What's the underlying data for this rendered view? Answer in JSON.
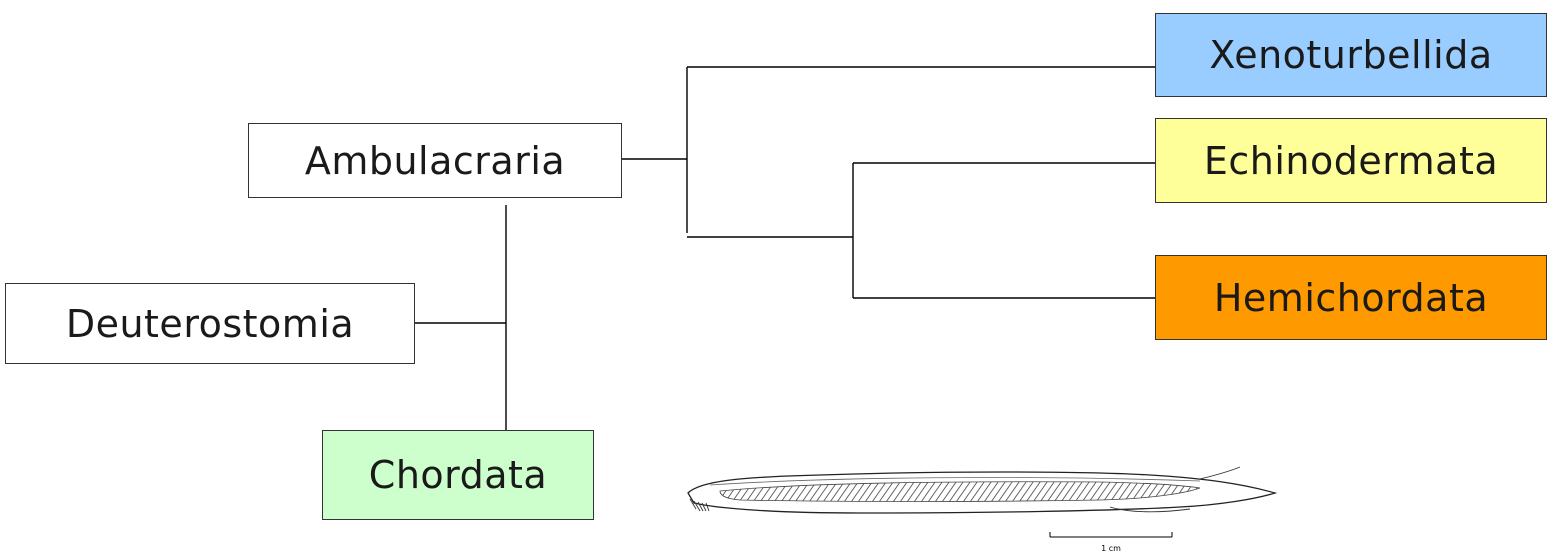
{
  "diagram": {
    "nodes": [
      {
        "id": "ambulacraria",
        "label": "Ambulacraria",
        "fill": "#ffffff"
      },
      {
        "id": "deuterostomia",
        "label": "Deuterostomia",
        "fill": "#ffffff"
      },
      {
        "id": "chordata",
        "label": "Chordata",
        "fill": "#ccffcc"
      },
      {
        "id": "xenoturbellida",
        "label": "Xenoturbellida",
        "fill": "#99ccff"
      },
      {
        "id": "echinodermata",
        "label": "Echinodermata",
        "fill": "#ffff99"
      },
      {
        "id": "hemichordata",
        "label": "Hemichordata",
        "fill": "#ff9900"
      }
    ],
    "edges": [
      {
        "from": "deuterostomia",
        "to": "ambulacraria"
      },
      {
        "from": "deuterostomia",
        "to": "chordata"
      },
      {
        "from": "ambulacraria",
        "to": "xenoturbellida"
      },
      {
        "from": "ambulacraria",
        "to": "echinodermata"
      },
      {
        "from": "ambulacraria",
        "to": "hemichordata"
      }
    ]
  },
  "specimen": {
    "icon": "lancelet-illustration",
    "scale_label": "1 cm"
  }
}
